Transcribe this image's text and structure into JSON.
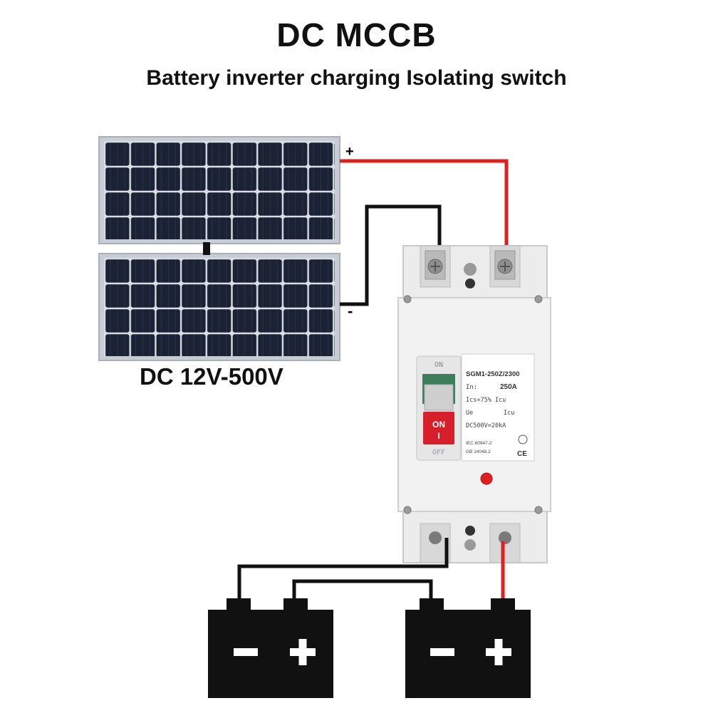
{
  "header": {
    "title": "DC MCCB",
    "subtitle": "Battery inverter charging Isolating switch"
  },
  "solar": {
    "voltage_label": "DC 12V-500V",
    "positive_symbol": "+",
    "negative_symbol": "-"
  },
  "breaker": {
    "switch_top_text": "ON",
    "switch_bottom_text": "OFF",
    "switch_on_text": "ON",
    "switch_on_symbol": "I",
    "plate": {
      "model": "SGM1-250Z/2300",
      "in_label": "In:",
      "in_value": "250A",
      "ics_text": "Ics=75%  Icu",
      "ue_text": "Ue",
      "icu_text": "Icu",
      "rating": "DC500V​=20kA",
      "standard1": "IEC 60947-2",
      "standard2": "GB 14048.2",
      "ce_mark": "CE"
    }
  },
  "batteries": [
    {
      "minus": "-",
      "plus": "+"
    },
    {
      "minus": "-",
      "plus": "+"
    }
  ],
  "colors": {
    "positive_wire": "#e02020",
    "negative_wire": "#111111",
    "panel_cell": "#1b2233",
    "breaker_body": "#efefef",
    "on_button": "#d61f2a"
  }
}
